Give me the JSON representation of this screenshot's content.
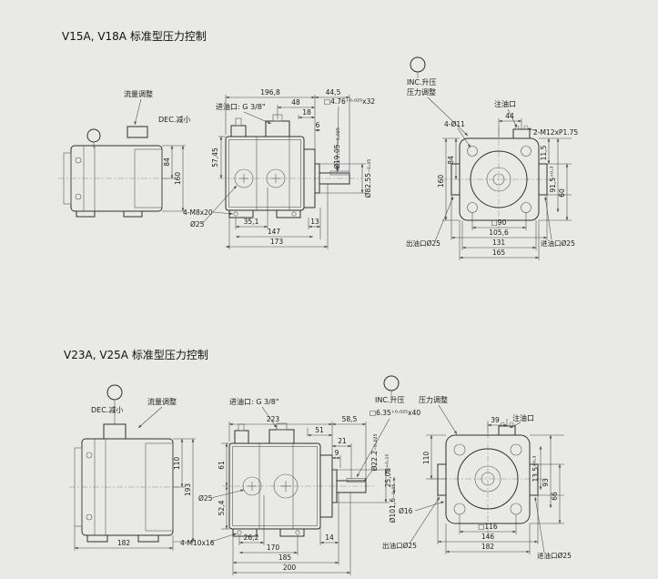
{
  "colors": {
    "background": "#e9e9e8",
    "line": "#2f2f2f",
    "dimension": "#444444"
  },
  "v15": {
    "title": "V15A, V18A 标准型压力控制",
    "side": {
      "flow_adjust_label": "流量调整",
      "dec_label": "DEC.减小",
      "dim_84": "84",
      "dim_160": "160"
    },
    "front": {
      "inlet_port_label": "进油口: G 3/8\"",
      "dim_196_8": "196,8",
      "dim_44_5": "44,5",
      "dim_48": "48",
      "dim_18": "18",
      "dim_6": "6",
      "key_spec": "□4.76⁺⁰·⁰²⁵x32",
      "shaft_dia": "Ø19.05₋₀.₀₂₅",
      "spigot_dia": "Ø82.55₋₀.₀₅",
      "dim_57_45": "57,45",
      "mount_bolts": "4-M8x20",
      "port_dia": "Ø25",
      "dim_35_1": "35,1",
      "dim_147": "147",
      "dim_13": "13",
      "dim_173": "173"
    },
    "rear": {
      "inc_label": "INC.升压",
      "pressure_adjust_label": "压力调整",
      "fill_port_label": "注油口",
      "dim_44": "44",
      "stud_spec": "2-M12xP1.75",
      "bolt_holes": "4-Ø11",
      "dim_160": "160",
      "dim_84": "84",
      "dim_11_5": "11,5",
      "dim_91_5": "91,5⁺⁰·³",
      "dim_60": "60",
      "dim_sq90": "□90",
      "dim_105_6": "105,6",
      "dim_131": "131",
      "dim_165": "165",
      "outlet_label": "出油口Ø25",
      "inlet_label": "进油口Ø25"
    }
  },
  "v23": {
    "title": "V23A, V25A 标准型压力控制",
    "side": {
      "flow_adjust_label": "流量调整",
      "dec_label": "DEC.减小",
      "dim_110": "110",
      "dim_193": "193",
      "dim_182": "182"
    },
    "front": {
      "inlet_port_label": "进油口: G 3/8\"",
      "dim_223": "223",
      "dim_58_5": "58,5",
      "dim_51": "51",
      "dim_21": "21",
      "dim_9": "9",
      "key_spec": "□6.35⁺⁰·⁰²⁵x40",
      "shaft_dia": "Ø22.2₋₀.₀₂₅",
      "key_height": "25,08⁺⁰·¹⁵",
      "spigot_dia": "Ø101,6₋₀.₀₅",
      "dim_61": "61",
      "dim_52_4": "52,4",
      "port_dia": "Ø25",
      "mount_bolts": "4-M10x16",
      "dim_26_2": "26,2",
      "dim_14": "14",
      "dim_170": "170",
      "dim_185": "185",
      "dim_200": "200"
    },
    "rear": {
      "inc_label": "INC.升压",
      "pressure_adjust_label": "压力调整",
      "fill_port_label": "注油口",
      "dim_39": "39",
      "dim_110": "110",
      "dim_13_5": "13,5⁺⁰·³",
      "dim_93": "93",
      "dim_66": "66",
      "drain_dia": "Ø16",
      "dim_sq116": "□116",
      "dim_146": "146",
      "dim_182": "182",
      "outlet_label": "出油口Ø25",
      "inlet_label": "进油口Ø25"
    }
  }
}
